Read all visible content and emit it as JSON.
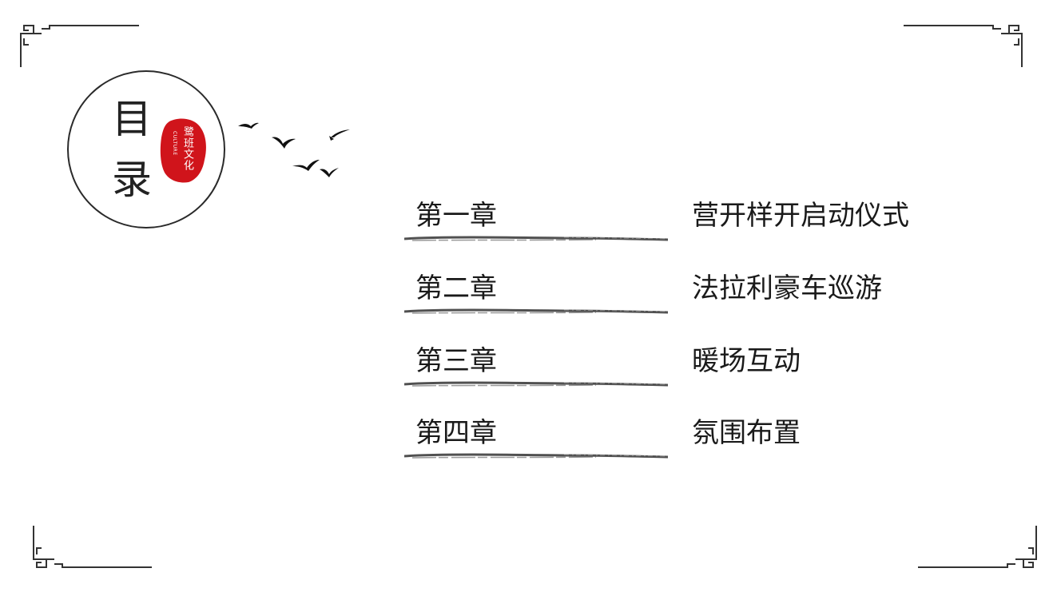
{
  "title": {
    "chars": [
      "目",
      "录"
    ],
    "seal": {
      "cn": "鹭班文化",
      "en": "CULTURE",
      "color": "#d0141b"
    }
  },
  "chapters": [
    {
      "label": "第一章",
      "title": "营开样开启动仪式"
    },
    {
      "label": "第二章",
      "title": "法拉利豪车巡游"
    },
    {
      "label": "第三章",
      "title": "暖场互动"
    },
    {
      "label": "第四章",
      "title": "氛围布置"
    }
  ],
  "icons": {
    "corners": "chinese-fret-corner-icon",
    "birds": "flying-birds-icon"
  }
}
